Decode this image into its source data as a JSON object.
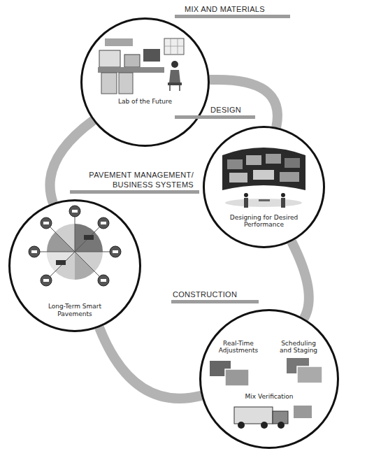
{
  "diagram": {
    "nodes": [
      {
        "text": [
          "MIX AND MATERIALS",
          "Lab of the Future"
        ]
      },
      {
        "text": [
          "DESIGN",
          "Designing for Desired Performance"
        ]
      },
      {
        "text": [
          "PAVEMENT MANAGEMENT/ BUSINESS SYSTEMS",
          "Long-Term Smart Pavements"
        ]
      },
      {
        "text": [
          "CONSTRUCTION",
          "Real-Time Adjustments",
          "Scheduling and Staging",
          "Mix Verification"
        ]
      }
    ],
    "edges": [
      {
        "from": 0,
        "to": 1,
        "arrow": "none"
      },
      {
        "from": 1,
        "to": 3,
        "arrow": "none"
      },
      {
        "from": 3,
        "to": 2,
        "arrow": "none"
      },
      {
        "from": 2,
        "to": 0,
        "arrow": "none"
      }
    ]
  }
}
